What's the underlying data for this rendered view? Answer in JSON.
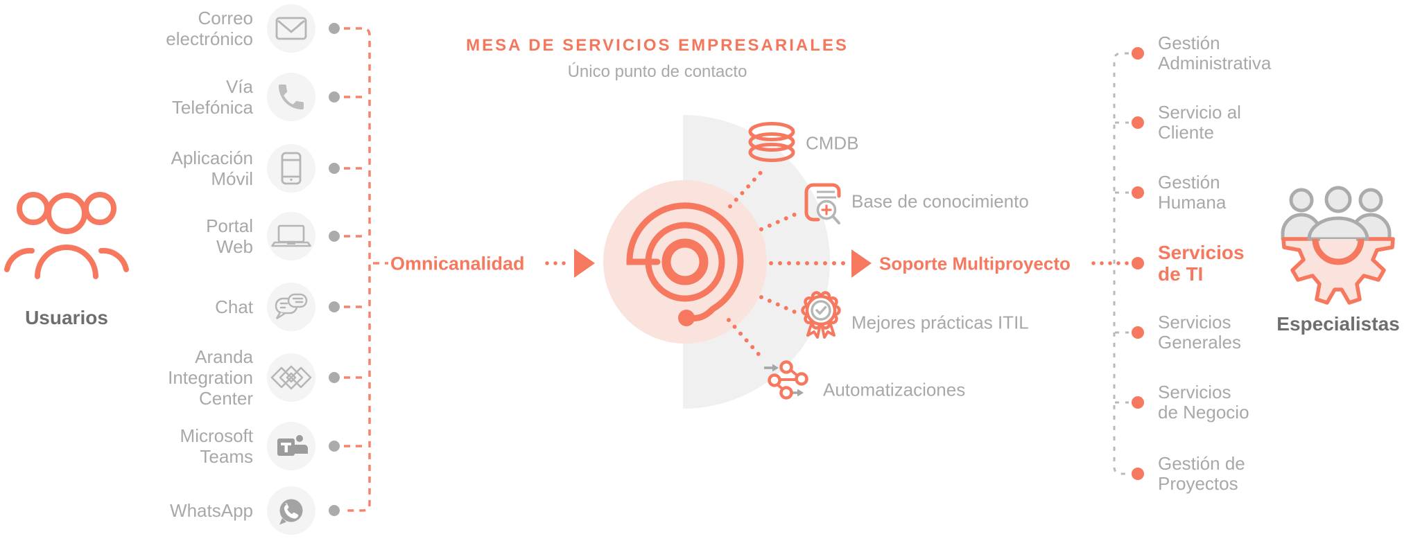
{
  "header": {
    "title": "MESA DE SERVICIOS EMPRESARIALES",
    "subtitle": "Único punto de contacto"
  },
  "left": {
    "group_label": "Usuarios",
    "channels": [
      {
        "label": "Correo\nelectrónico",
        "icon": "mail-icon"
      },
      {
        "label": "Vía\nTelefónica",
        "icon": "phone-icon"
      },
      {
        "label": "Aplicación\nMóvil",
        "icon": "smartphone-icon"
      },
      {
        "label": "Portal\nWeb",
        "icon": "laptop-icon"
      },
      {
        "label": "Chat",
        "icon": "chat-icon"
      },
      {
        "label": "Aranda\nIntegration\nCenter",
        "icon": "integration-icon"
      },
      {
        "label": "Microsoft\nTeams",
        "icon": "teams-icon"
      },
      {
        "label": "WhatsApp",
        "icon": "whatsapp-icon"
      }
    ]
  },
  "flow": {
    "omnichannel_label": "Omnicanalidad",
    "output_label": "Soporte Multiproyecto"
  },
  "center": {
    "capabilities": [
      {
        "label": "CMDB",
        "icon": "database-icon"
      },
      {
        "label": "Base de conocimiento",
        "icon": "knowledge-base-icon"
      },
      {
        "label": "Mejores prácticas ITIL",
        "icon": "itil-badge-icon"
      },
      {
        "label": "Automatizaciones",
        "icon": "automation-icon"
      }
    ]
  },
  "right": {
    "group_label": "Especialistas",
    "specialties": [
      {
        "label": "Gestión\nAdministrativa",
        "highlighted": false
      },
      {
        "label": "Servicio al\nCliente",
        "highlighted": false
      },
      {
        "label": "Gestión\nHumana",
        "highlighted": false
      },
      {
        "label": "Servicios\nde TI",
        "highlighted": true
      },
      {
        "label": "Servicios\nGenerales",
        "highlighted": false
      },
      {
        "label": "Servicios\nde Negocio",
        "highlighted": false
      },
      {
        "label": "Gestión de\nProyectos",
        "highlighted": false
      }
    ]
  },
  "palette": {
    "orange": "#F6795F",
    "orange_line": "#F5846B",
    "pink_fill": "#FBE3DD",
    "gray_shape": "#F0F0F0",
    "icon_circle_bg": "#F4F4F4",
    "icon_stroke": "#B5B5B5",
    "gray_text": "#A8A8A8",
    "dark_text": "#6E6E6E",
    "dot_gray": "#ABABAB",
    "right_line_gray": "#B9B9B9"
  }
}
